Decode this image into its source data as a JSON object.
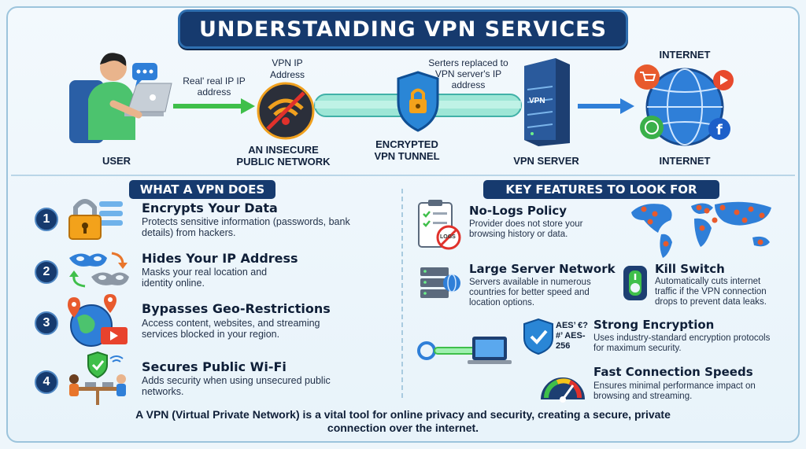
{
  "title": "UNDERSTANDING VPN SERVICES",
  "flow": {
    "user_label": "USER",
    "arrow1_note": "Real' real IP IP address",
    "wifi_top": "VPN IP Address",
    "wifi_bottom": "AN INSECURE PUBLIC NETWORK",
    "tunnel_top": "Serters replaced to VPN server's IP address",
    "tunnel_bottom": "ENCRYPTED VPN TUNNEL",
    "server_tag": "VPN",
    "server_label": "VPN SERVER",
    "internet_top": "INTERNET",
    "internet_bottom": "INTERNET"
  },
  "what_vpn_does": {
    "heading": "WHAT A VPN DOES",
    "items": [
      {
        "num": "1",
        "title": "Encrypts Your Data",
        "desc": "Protects sensitive information (passwords, bank details) from hackers."
      },
      {
        "num": "2",
        "title": "Hides Your IP Address",
        "desc": "Masks your real location and identity online."
      },
      {
        "num": "3",
        "title": "Bypasses Geo-Restrictions",
        "desc": "Access content, websites, and streaming services blocked in your region."
      },
      {
        "num": "4",
        "title": "Secures Public Wi-Fi",
        "desc": "Adds security when using unsecured public networks."
      }
    ]
  },
  "key_features": {
    "heading": "KEY FEATURES TO LOOK FOR",
    "nologs_badge": "LOGS",
    "aes_text": "AES’ €?#’ AES-256",
    "items": [
      {
        "title": "No-Logs Policy",
        "desc": "Provider does not store your browsing history or data."
      },
      {
        "title": "Large Server Network",
        "desc": "Servers available in numerous countries for better speed and location options."
      },
      {
        "title": "Kill Switch",
        "desc": "Automatically cuts internet traffic if the VPN connection drops to prevent data leaks."
      },
      {
        "title": "Strong Encryption",
        "desc": "Uses industry-standard encryption protocols for maximum security."
      },
      {
        "title": "Fast Connection Speeds",
        "desc": "Ensures minimal performance impact on browsing and streaming."
      }
    ]
  },
  "footer": "A VPN (Virtual Private Network) is a vital tool for online privacy and security, creating a secure, private connection over the internet.",
  "colors": {
    "navy": "#163a6e",
    "green_arrow": "#3fbf4a",
    "blue_arrow": "#2f7fd8",
    "shield": "#2a86d6",
    "lock": "#f3a21b"
  }
}
